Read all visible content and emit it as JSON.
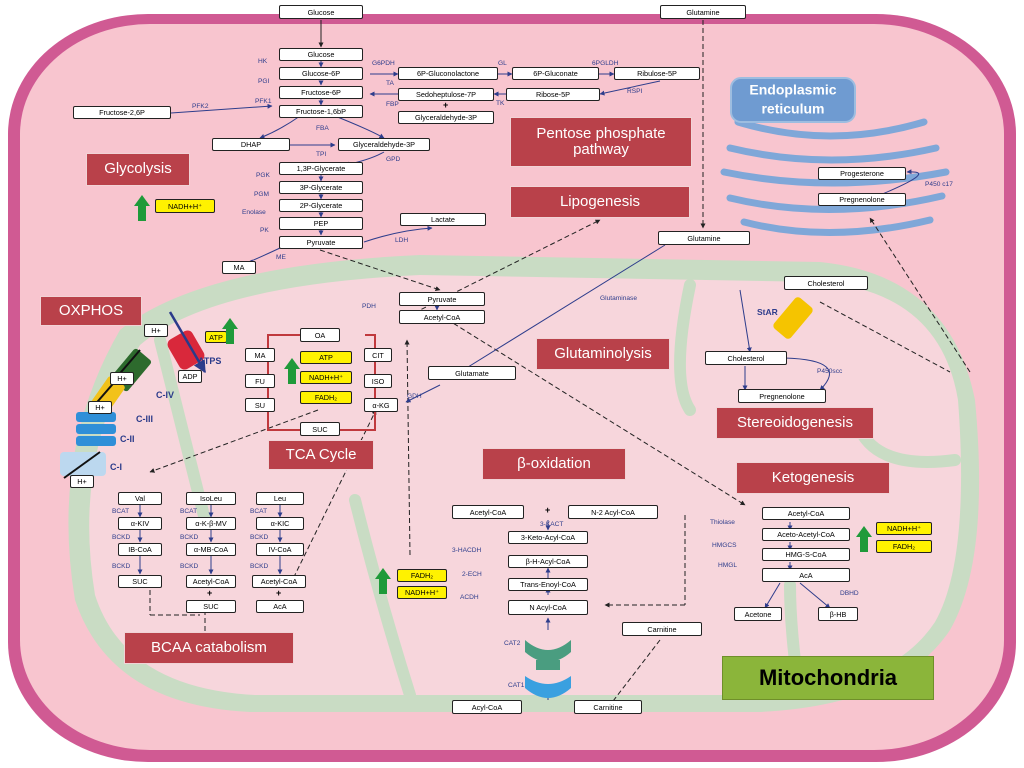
{
  "organelles": {
    "mitochondria_label": "Mitochondria",
    "er_label_line1": "Endoplasmic",
    "er_label_line2": "reticulum"
  },
  "pathways": {
    "glycolysis": "Glycolysis",
    "pentose_line1": "Pentose phosphate",
    "pentose_line2": "pathway",
    "lipogenesis": "Lipogenesis",
    "oxphos": "OXPHOS",
    "glutaminolysis": "Glutaminolysis",
    "stereoidogenesis": "Stereoidogenesis",
    "ketogenesis": "Ketogenesis",
    "tca": "TCA Cycle",
    "beta_ox": "β-oxidation",
    "bcaa": "BCAA catabolism"
  },
  "metabolites": {
    "glucose_ext": "Glucose",
    "glutamine_ext": "Glutamine",
    "glucose": "Glucose",
    "g6p": "Glucose-6P",
    "f6p": "Fructose-6P",
    "f16bp": "Fructose-1,6bP",
    "f26p": "Fructose-2,6P",
    "dhap": "DHAP",
    "g3p": "Glyceraldehyde-3P",
    "bpg13": "1,3P-Glycerate",
    "pg3": "3P-Glycerate",
    "pg2": "2P-Glycerate",
    "pep": "PEP",
    "pyruvate": "Pyruvate",
    "lactate": "Lactate",
    "gluconolactone": "6P-Gluconolactone",
    "gluconate": "6P-Gluconate",
    "ribulose": "Ribulose-5P",
    "ribose": "Ribose-5P",
    "sedo": "Sedoheptulose-7P",
    "g3p_ppp": "Glyceraldehyde-3P",
    "glutamine_cyt": "Glutamine",
    "ma_cyt": "MA",
    "progesterone": "Progesterone",
    "pregnenolone_er": "Pregnenolone",
    "cholesterol_cyt": "Cholesterol",
    "cholesterol_mit": "Cholesterol",
    "pregnenolone_mit": "Pregnenolone",
    "pyruvate_mit": "Pyruvate",
    "acetylcoa_mit": "Acetyl-CoA",
    "oa": "OA",
    "ma": "MA",
    "fu": "FU",
    "su": "SU",
    "cit": "CIT",
    "iso": "ISO",
    "akg": "α-KG",
    "suc_tca": "SUC",
    "atp": "ATP",
    "nadh_tca": "NADH+H⁺",
    "fadh_tca": "FADH₂",
    "glutamate": "Glutamate",
    "val": "Val",
    "akiv": "α-KIV",
    "ibcoa": "IB-CoA",
    "suc_val": "SUC",
    "isoleu": "IsoLeu",
    "akbmv": "α-K-β-MV",
    "ambcoa": "α-MB-CoA",
    "acetylcoa_ile": "Acetyl-CoA",
    "suc_ile": "SUC",
    "leu": "Leu",
    "akic": "α-KIC",
    "ivcoa": "IV-CoA",
    "acetylcoa_leu": "Acetyl-CoA",
    "aca_leu": "AcA",
    "acetylcoa_bo": "Acetyl-CoA",
    "n2acyl": "N-2 Acyl-CoA",
    "ketoacyl": "3-Keto-Acyl-CoA",
    "bhacyl": "β-H-Acyl-CoA",
    "transenoyl": "Trans-Enoyl-CoA",
    "nacyl": "N Acyl-CoA",
    "carnitine_mit": "Carnitine",
    "acylcoa_cyt": "Acyl-CoA",
    "carnitine_cyt": "Carnitine",
    "acetylcoa_ket": "Acetyl-CoA",
    "acetoacetyl": "Aceto-Acetyl-CoA",
    "hmgs": "HMG-S-CoA",
    "aca_ket": "AcA",
    "acetone": "Acetone",
    "bhb": "β-HB",
    "nadh_gly": "NADH+H⁺",
    "nadh_ket": "NADH+H⁺",
    "fadh_ket": "FADH₂",
    "fadh_bo": "FADH₂",
    "nadh_bo": "NADH+H⁺",
    "atp_oxphos": "ATP",
    "adp": "ADP",
    "hplus_atps": "H+",
    "hplus_civ": "H+",
    "hplus_ciii": "H+",
    "hplus_ci": "H+",
    "plus_sedo": "+",
    "plus_ile": "+",
    "plus_leu": "+",
    "plus_bo": "+"
  },
  "enzymes": {
    "hk": "HK",
    "pgi": "PGI",
    "pfk1": "PFK1",
    "pfk2": "PFK2",
    "fba": "FBA",
    "tpi": "TPI",
    "gpd": "GPD",
    "pgk": "PGK",
    "pgm": "PGM",
    "enolase": "Enolase",
    "pk": "PK",
    "ldh": "LDH",
    "me": "ME",
    "g6pdh": "G6PDH",
    "gl": "GL",
    "pgldh6": "6PGLDH",
    "rspi": "RSPI",
    "ta": "TA",
    "tk": "TK",
    "fbp": "FBP",
    "pdh": "PDH",
    "gdh": "GDH",
    "glutaminase": "Glutaminase",
    "star": "StAR",
    "p450scc": "P450scc",
    "p450c17": "P450 c17",
    "bcat1": "BCAT",
    "bckd1": "BCKD",
    "bckd1b": "BCKD",
    "bcat2": "BCAT",
    "bckd2": "BCKD",
    "bckd2b": "BCKD",
    "bcat3": "BCAT",
    "bckd3": "BCKD",
    "bckd3b": "BCKD",
    "kact": "3-KACT",
    "hacdh": "3-HACDH",
    "ech": "2-ECH",
    "acdh": "ACDH",
    "cat1": "CAT1",
    "cat2": "CAT2",
    "thiolase": "Thiolase",
    "hmgcs": "HMGCS",
    "hmgl": "HMGL",
    "dbhd": "DBHD",
    "atps": "ATPS",
    "civ": "C-IV",
    "ciii": "C-III",
    "cii": "C-II",
    "ci": "C-I"
  },
  "colors": {
    "cell_border": "#d05a93",
    "cytoplasm": "#f8c5cf",
    "mito_membrane": "#c9dcc4",
    "mito_matrix": "#f7d6dc",
    "pathway_box": "#b9414a",
    "mito_label": "#8bb53a",
    "er": "#9dbde0",
    "energy_yellow": "#fff200",
    "up_arrow": "#1f9a3a",
    "enzyme_text": "#2e3d8c"
  }
}
